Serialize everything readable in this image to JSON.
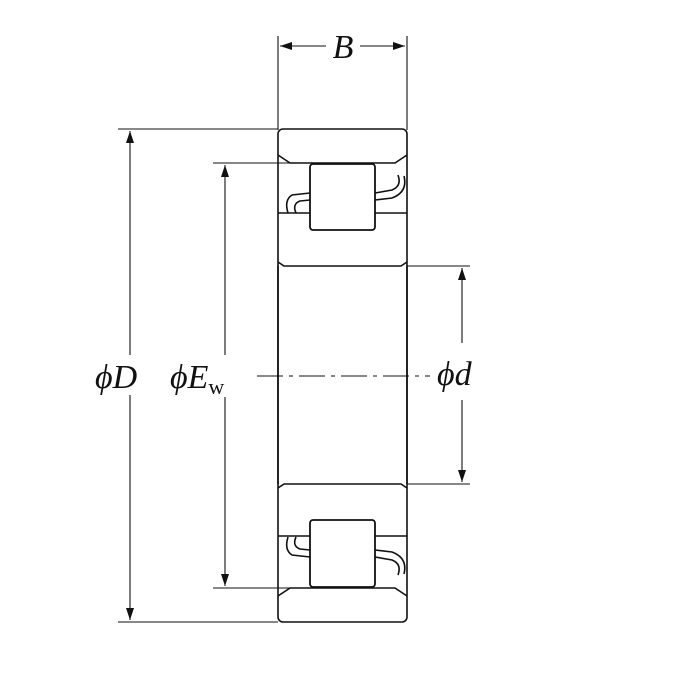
{
  "diagram": {
    "labels": {
      "width": "B",
      "outer_diameter_symbol": "ϕ",
      "outer_diameter": "D",
      "roller_envelope_symbol": "ϕ",
      "roller_envelope": "E",
      "roller_envelope_sub": "w",
      "bore_symbol": "ϕ",
      "bore": "d"
    },
    "line_color": "#111111",
    "background": "#ffffff"
  }
}
